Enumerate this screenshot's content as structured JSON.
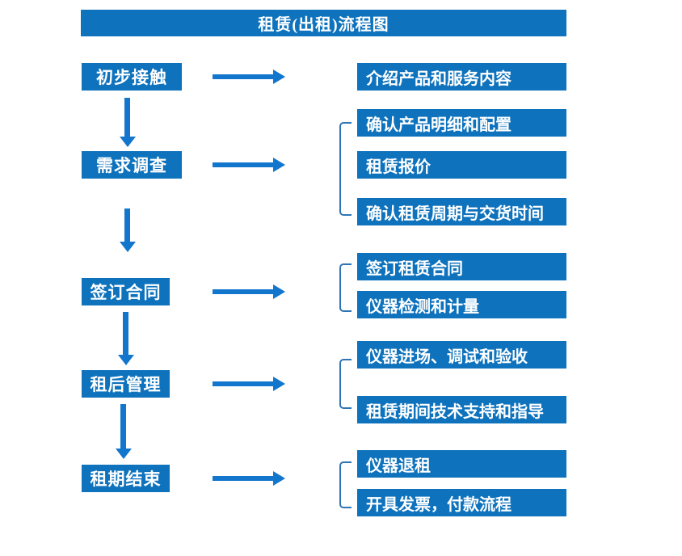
{
  "title": "租赁(出租)流程图",
  "colors": {
    "box_blue": "#0e72bc",
    "arrow_blue": "#1376cd",
    "bracket_blue": "#2e75b6",
    "background": "#ffffff",
    "text": "#ffffff"
  },
  "steps": [
    {
      "label": "初步接触",
      "details": [
        "介绍产品和服务内容"
      ]
    },
    {
      "label": "需求调查",
      "details": [
        "确认产品明细和配置",
        "租赁报价",
        "确认租赁周期与交货时间"
      ]
    },
    {
      "label": "签订合同",
      "details": [
        "签订租赁合同",
        "仪器检测和计量"
      ]
    },
    {
      "label": "租后管理",
      "details": [
        "仪器进场、调试和验收",
        "租赁期间技术支持和指导"
      ]
    },
    {
      "label": "租期结束",
      "details": [
        "仪器退租",
        "开具发票，付款流程"
      ]
    }
  ]
}
